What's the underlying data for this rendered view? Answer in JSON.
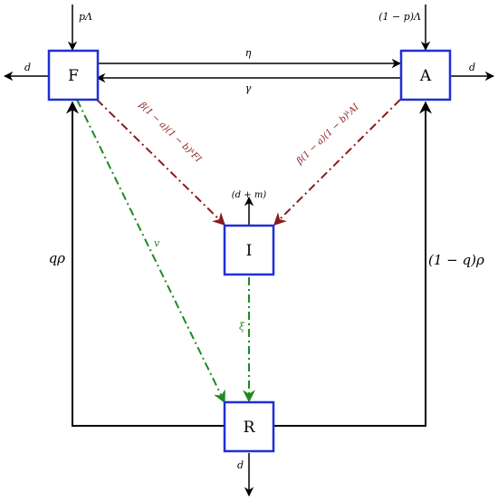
{
  "colors": {
    "box_stroke": "#1f2fd6",
    "black": "#000000",
    "maroon": "#8b1a1a",
    "green": "#1f8a1f"
  },
  "nodes": {
    "F": "F",
    "A": "A",
    "I": "I",
    "R": "R"
  },
  "labels": {
    "inflow_F": "pΛ",
    "inflow_A": "(1 − p)Λ",
    "death_F": "d",
    "death_A": "d",
    "death_I": "(d + m)",
    "death_R": "d",
    "eta": "η",
    "gamma": "γ",
    "infect_F": "β(1 − a)(1 − b)ᵏFI",
    "infect_A": "β(1 − a)(1 − b)ᵏAI",
    "v": "v",
    "xi": "ξ",
    "q_rho": "qρ",
    "one_minus_q_rho": "(1 − q)ρ"
  }
}
